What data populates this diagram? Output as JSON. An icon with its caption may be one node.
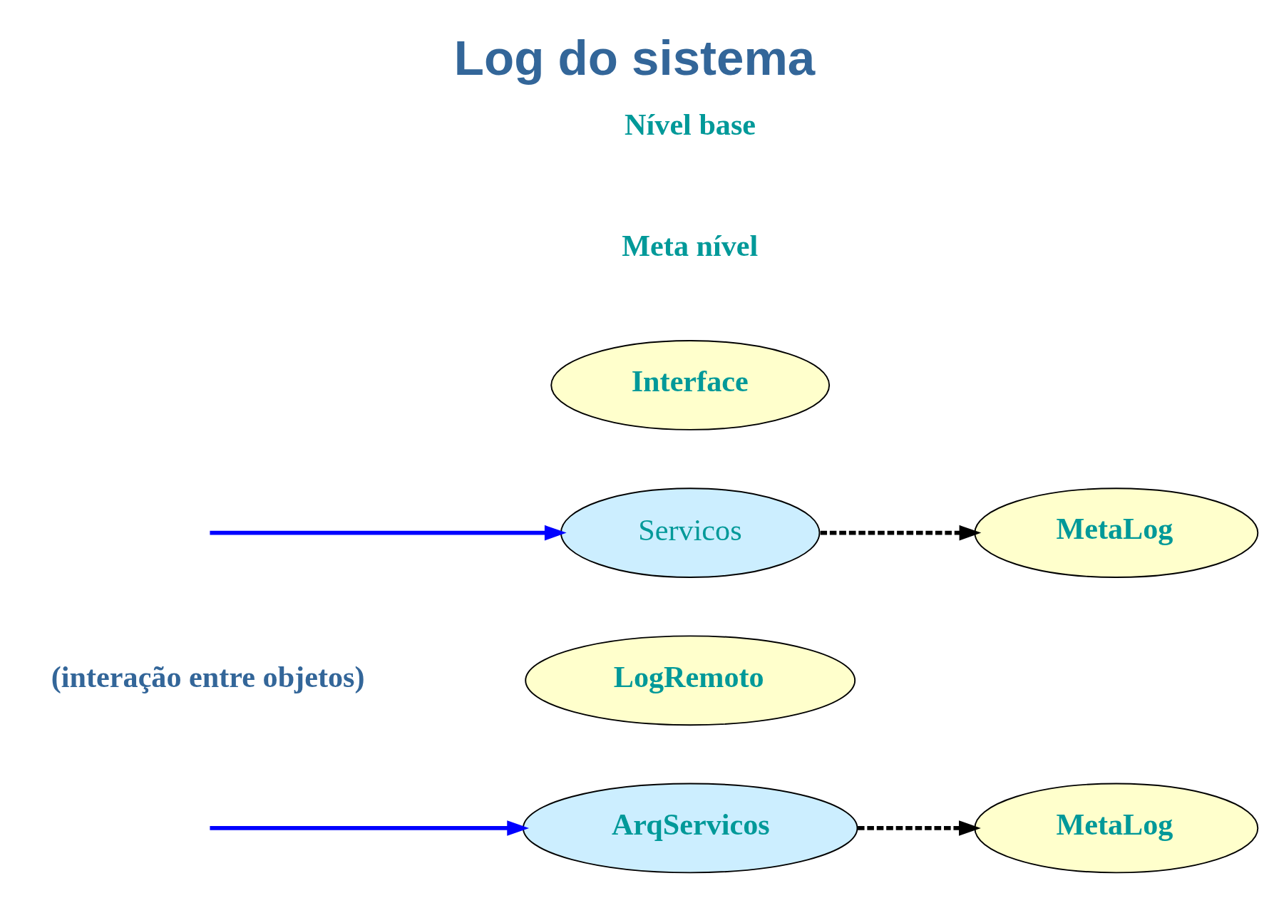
{
  "diagram": {
    "title": "Log do sistema",
    "nodes": [
      {
        "text": [
          "MetaLog"
        ]
      },
      {
        "text": [
          "LogRemoto"
        ]
      },
      {
        "text": [
          "MetaLog"
        ]
      },
      {
        "text": [
          "ArqServicos"
        ]
      },
      {
        "text": [
          "Interface"
        ]
      },
      {
        "text": [
          "Servicos"
        ]
      }
    ],
    "edges": [
      {
        "from": null,
        "to": 3,
        "arrow": "to",
        "color": "#0000ff"
      },
      {
        "from": 3,
        "to": 0,
        "arrow": "to",
        "style": "dashed",
        "color": "#000000"
      },
      {
        "from": null,
        "to": 5,
        "arrow": "to",
        "color": "#0000ff"
      },
      {
        "from": 5,
        "to": 2,
        "arrow": "to",
        "style": "dashed",
        "color": "#000000"
      }
    ],
    "labels": [
      "(interação entre objetos)",
      "Meta nível",
      "Nível base"
    ]
  }
}
